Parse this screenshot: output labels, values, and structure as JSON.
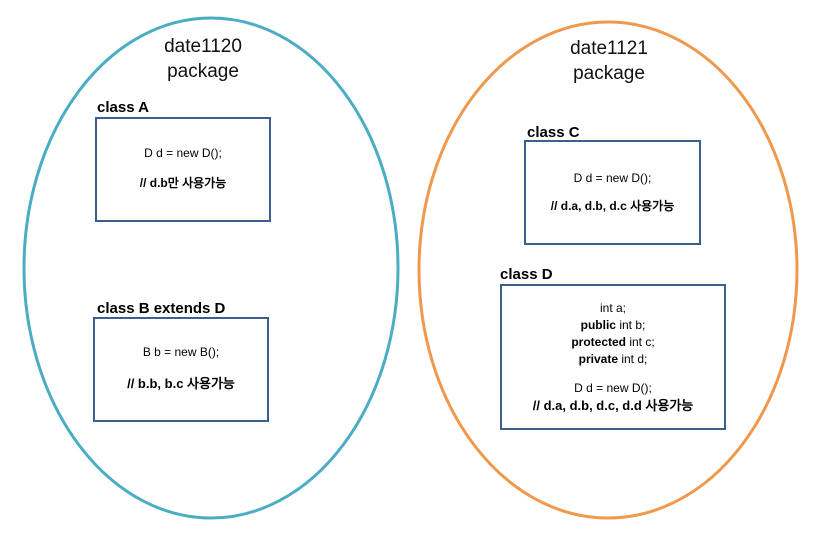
{
  "packages": [
    {
      "name": "date1120",
      "subtitle": "package",
      "color": "#4badc3"
    },
    {
      "name": "date1121",
      "subtitle": "package",
      "color": "#f0984c"
    }
  ],
  "classA": {
    "label": "class A",
    "code": "D d = new D();",
    "comment": "// d.b만 사용가능"
  },
  "classB": {
    "label": "class B   extends D",
    "code": "B b = new B();",
    "comment": "// b.b, b.c 사용가능"
  },
  "classC": {
    "label": "class C",
    "code": "D d = new D();",
    "comment": "// d.a, d.b, d.c 사용가능"
  },
  "classD": {
    "label": "class D",
    "fields": [
      {
        "modifier": "",
        "decl": "int a;"
      },
      {
        "modifier": "public",
        "decl": " int b;"
      },
      {
        "modifier": "protected",
        "decl": " int c;"
      },
      {
        "modifier": "private",
        "decl": " int d;"
      }
    ],
    "code": "D d = new D();",
    "comment": "// d.a, d.b, d.c, d.d 사용가능"
  },
  "box_border_color": "#3d5f8e"
}
